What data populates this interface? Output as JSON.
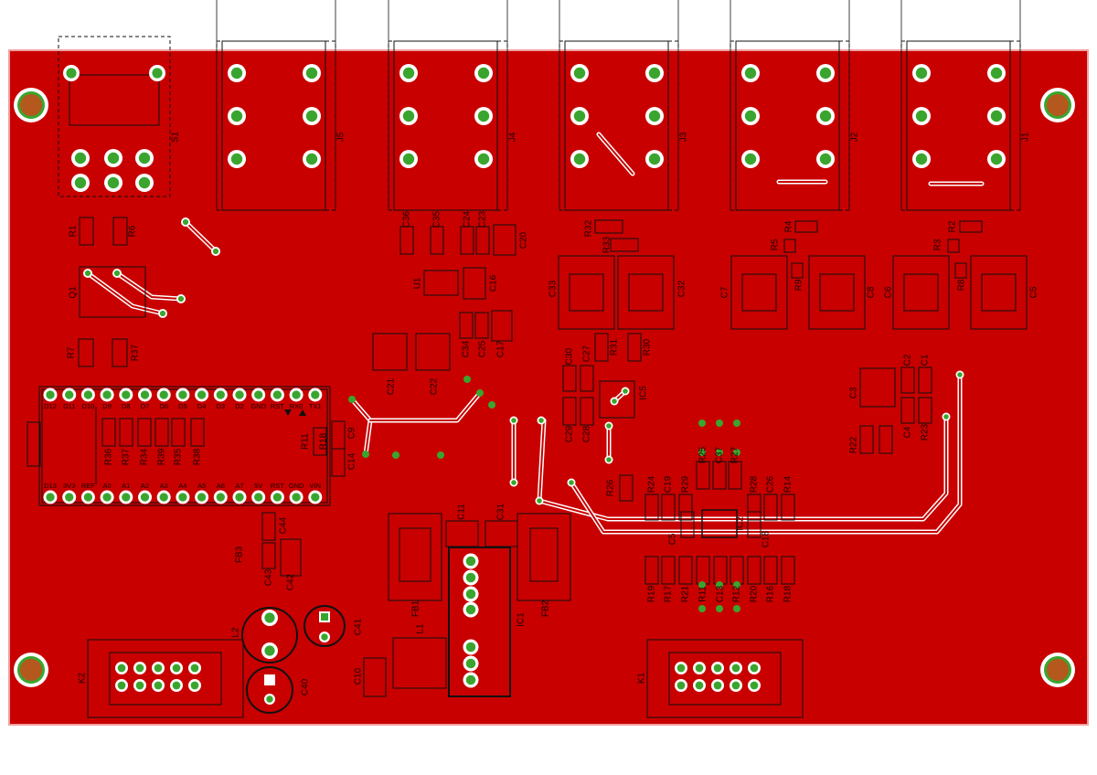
{
  "colors": {
    "copper": "#c80000",
    "board_edge": "#f0a0a0",
    "silk": "#111111",
    "pad_ring": "#ffffff",
    "pad_green": "#3aa52e",
    "pad_hole": "#b4581e",
    "trace": "#ffffff"
  },
  "connectors": {
    "jacks": [
      "S1",
      "J5",
      "J4",
      "J3",
      "J2",
      "J1"
    ],
    "headers": [
      "K2",
      "K1"
    ]
  },
  "arduino": {
    "top_pins": [
      "D12",
      "D11",
      "D10",
      "D9",
      "D8",
      "D7",
      "D6",
      "D5",
      "D4",
      "D3",
      "D2",
      "GND",
      "RST",
      "RX0",
      "TX1"
    ],
    "bottom_pins": [
      "D13",
      "3V3",
      "REF",
      "A0",
      "A1",
      "A2",
      "A3",
      "A4",
      "A5",
      "A6",
      "A7",
      "5V",
      "RST",
      "GND",
      "VIN"
    ]
  },
  "designators": {
    "r_top": [
      "R1",
      "R6"
    ],
    "q": [
      "Q1"
    ],
    "r_q": [
      "R7",
      "R37"
    ],
    "c_row_top": [
      "C36",
      "C35",
      "C24",
      "C23",
      "C20"
    ],
    "u1": [
      "U1",
      "C16"
    ],
    "c_mid": [
      "C34",
      "C25",
      "C17"
    ],
    "c_big": [
      "C21",
      "C22"
    ],
    "r_arduino": [
      "R36",
      "R37",
      "R34",
      "R39",
      "R35",
      "R38"
    ],
    "r_side": [
      "R11",
      "R18",
      "C9",
      "C14"
    ],
    "fb3": [
      "FB3",
      "C43",
      "C42",
      "C44"
    ],
    "l2": [
      "L2",
      "C41",
      "C40",
      "C10"
    ],
    "power": [
      "FB1",
      "L1",
      "C11",
      "C31",
      "IC1",
      "FB2"
    ],
    "r32": [
      "R32",
      "R33"
    ],
    "c_right_top": [
      "C33",
      "C32",
      "C7",
      "C8",
      "C6",
      "C5"
    ],
    "r_right_top": [
      "R4",
      "R5",
      "R9",
      "R2",
      "R3",
      "R8"
    ],
    "ic5": [
      "C30",
      "C27",
      "R31",
      "R30",
      "C29",
      "C28",
      "IC5"
    ],
    "c3": [
      "C3",
      "C2",
      "C1",
      "C4",
      "R23",
      "R22"
    ],
    "ic2_top": [
      "R28",
      "R24",
      "C19",
      "R29",
      "R25",
      "C37",
      "R27",
      "R28",
      "C26",
      "R14"
    ],
    "ic2_mid": [
      "C5",
      "IC2",
      "C18"
    ],
    "ic2_bottom": [
      "R19",
      "R17",
      "R21",
      "R11",
      "C13",
      "R12",
      "R20",
      "R16",
      "R18"
    ]
  }
}
